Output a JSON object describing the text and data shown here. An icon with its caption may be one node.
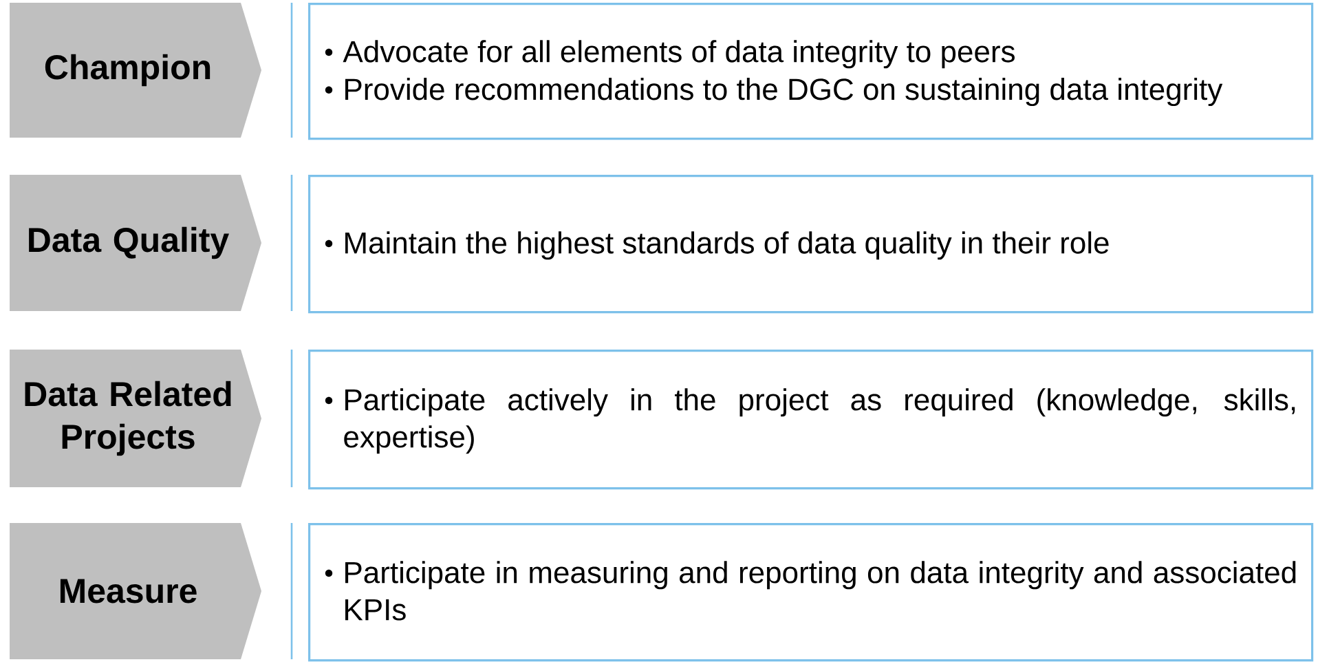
{
  "diagram": {
    "nodes": [
      {
        "text": [
          "Champion"
        ]
      },
      {
        "text": [
          "Advocate for all elements of data integrity to peers",
          "Provide recommendations to the DGC on sustaining data integrity"
        ]
      },
      {
        "text": [
          "Data Quality"
        ]
      },
      {
        "text": [
          "Maintain the highest standards of data quality in their role"
        ]
      },
      {
        "text": [
          "Data Related Projects"
        ]
      },
      {
        "text": [
          "Participate actively in the project as required (knowledge, skills, expertise)"
        ]
      },
      {
        "text": [
          "Measure"
        ]
      },
      {
        "text": [
          "Participate in measuring and reporting on data integrity and associated KPIs"
        ]
      }
    ]
  }
}
